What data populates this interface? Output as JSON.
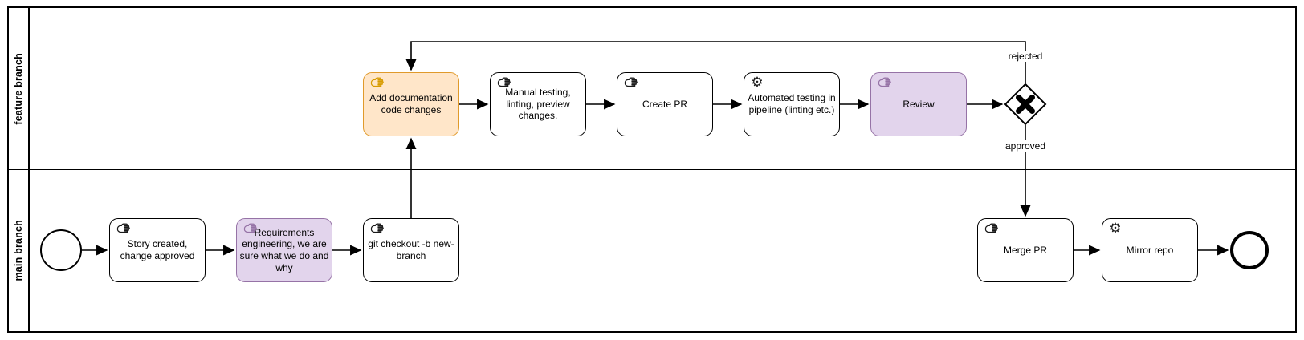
{
  "lanes": [
    {
      "label": "feature branch"
    },
    {
      "label": "main branch"
    }
  ],
  "tasks": [
    {
      "id": "add-documentation",
      "label": "Add documentation code changes",
      "type": "manual-task",
      "variant": "orange"
    },
    {
      "id": "manual-testing",
      "label": "Manual testing, linting, preview changes.",
      "type": "manual-task",
      "variant": "default"
    },
    {
      "id": "create-pr",
      "label": "Create PR",
      "type": "manual-task",
      "variant": "default"
    },
    {
      "id": "automated-testing",
      "label": "Automated testing in pipeline (linting etc.)",
      "type": "service-task",
      "variant": "default"
    },
    {
      "id": "review",
      "label": "Review",
      "type": "manual-task",
      "variant": "purple"
    },
    {
      "id": "story-created",
      "label": "Story created, change approved",
      "type": "manual-task",
      "variant": "default"
    },
    {
      "id": "requirements",
      "label": "Requirements engineering, we are sure what we do and why",
      "type": "manual-task",
      "variant": "purple"
    },
    {
      "id": "git-checkout",
      "label": "git checkout -b new-branch",
      "type": "manual-task",
      "variant": "default"
    },
    {
      "id": "merge-pr",
      "label": "Merge PR",
      "type": "manual-task",
      "variant": "default"
    },
    {
      "id": "mirror-repo",
      "label": "Mirror repo",
      "type": "service-task",
      "variant": "default"
    }
  ],
  "events": [
    {
      "id": "start",
      "type": "start-event"
    },
    {
      "id": "end",
      "type": "end-event"
    }
  ],
  "gateway": {
    "type": "exclusive-gateway",
    "symbol": "X"
  },
  "edge_labels": {
    "rejected": "rejected",
    "approved": "approved"
  },
  "icons": {
    "manual": "hand-icon",
    "service": "gear-icon",
    "gear_glyph": "⚙"
  },
  "colors": {
    "task_orange_fill": "#ffe6c9",
    "task_orange_stroke": "#e09a2b",
    "task_purple_fill": "#e2d4ec",
    "task_purple_stroke": "#9673a6",
    "task_default_stroke": "#000000",
    "line": "#000000",
    "background": "#ffffff"
  }
}
